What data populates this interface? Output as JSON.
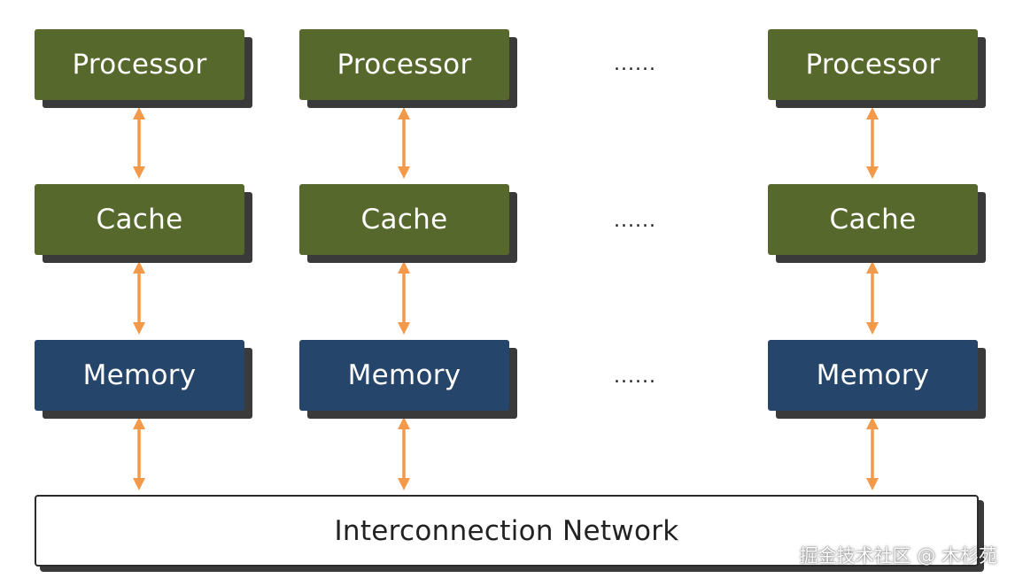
{
  "nodes": {
    "col1": {
      "processor": "Processor",
      "cache": "Cache",
      "memory": "Memory"
    },
    "col2": {
      "processor": "Processor",
      "cache": "Cache",
      "memory": "Memory"
    },
    "col3": {
      "processor": "Processor",
      "cache": "Cache",
      "memory": "Memory"
    }
  },
  "ellipsis": "......",
  "network": "Interconnection Network",
  "watermark": "掘金技术社区 @ 木杉苑",
  "colors": {
    "processor_cache_fill": "#56682b",
    "memory_fill": "#26456a",
    "arrow": "#f4984a",
    "shadow": "#3a3a3a"
  }
}
